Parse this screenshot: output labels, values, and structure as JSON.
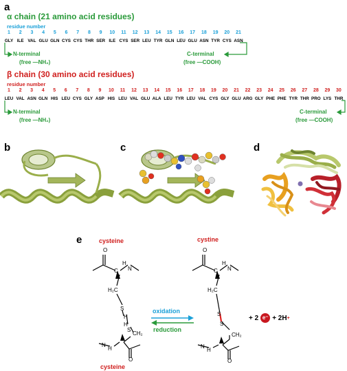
{
  "panel_a": {
    "letter": "a",
    "alpha": {
      "greek": "α",
      "title": "chain (21 amino acid residues)",
      "residue_number_label": "residue number",
      "numbers": [
        "1",
        "2",
        "3",
        "4",
        "5",
        "6",
        "7",
        "8",
        "9",
        "10",
        "11",
        "12",
        "13",
        "14",
        "15",
        "16",
        "17",
        "18",
        "19",
        "20",
        "21"
      ],
      "residues": [
        "GLY",
        "ILE",
        "VAL",
        "GLU",
        "GLN",
        "CYS",
        "CYS",
        "THR",
        "SER",
        "ILE",
        "CYS",
        "SER",
        "LEU",
        "TYR",
        "GLN",
        "LEU",
        "GLU",
        "ASN",
        "TYR",
        "CYS",
        "ASN"
      ],
      "n_terminal": "N-terminal",
      "n_terminal_group": "(free —NH₂)",
      "c_terminal": "C-terminal",
      "c_terminal_group": "(free —COOH)"
    },
    "beta": {
      "greek": "β",
      "title": "chain (30 amino acid residues)",
      "residue_number_label": "residue number",
      "numbers": [
        "1",
        "2",
        "3",
        "4",
        "5",
        "6",
        "7",
        "8",
        "9",
        "10",
        "11",
        "12",
        "13",
        "14",
        "15",
        "16",
        "17",
        "18",
        "19",
        "20",
        "21",
        "22",
        "23",
        "24",
        "25",
        "26",
        "27",
        "28",
        "29",
        "30"
      ],
      "residues": [
        "LEU",
        "VAL",
        "ASN",
        "GLN",
        "HIS",
        "LEU",
        "CYS",
        "GLY",
        "ASP",
        "HIS",
        "LEU",
        "VAL",
        "GLU",
        "ALA",
        "LEU",
        "TYR",
        "LEU",
        "VAL",
        "CYS",
        "GLY",
        "GLU",
        "ARG",
        "GLY",
        "PHE",
        "PHE",
        "TYR",
        "THR",
        "PRO",
        "LYS",
        "THR"
      ],
      "n_terminal": "N-terminal",
      "n_terminal_group": "(free —NH₂)",
      "c_terminal": "C-terminal",
      "c_terminal_group": "(free —COOH)"
    }
  },
  "panel_b": {
    "letter": "b"
  },
  "panel_c": {
    "letter": "c"
  },
  "panel_d": {
    "letter": "d"
  },
  "panel_e": {
    "letter": "e",
    "cysteine_top": "cysteine",
    "cysteine_bottom": "cysteine",
    "cystine": "cystine",
    "oxidation": "oxidation",
    "reduction": "reduction",
    "product_prefix": "+ 2",
    "electron": "e⁻",
    "product_suffix": "+ 2H",
    "proton_charge": "+",
    "atoms": {
      "O": "O",
      "N": "N",
      "H": "H",
      "S": "S",
      "CH2": "CH₂",
      "H2C": "H₂C",
      "C": "C"
    }
  },
  "colors": {
    "alpha_green": "#2a9a3a",
    "beta_red": "#d0201f",
    "number_blue": "#1aa0d8",
    "helix_green": "#9aae4a",
    "helix_dark": "#6e8430",
    "orange": "#e8a020",
    "crimson": "#b8202a",
    "disulfide": "#e02020"
  }
}
